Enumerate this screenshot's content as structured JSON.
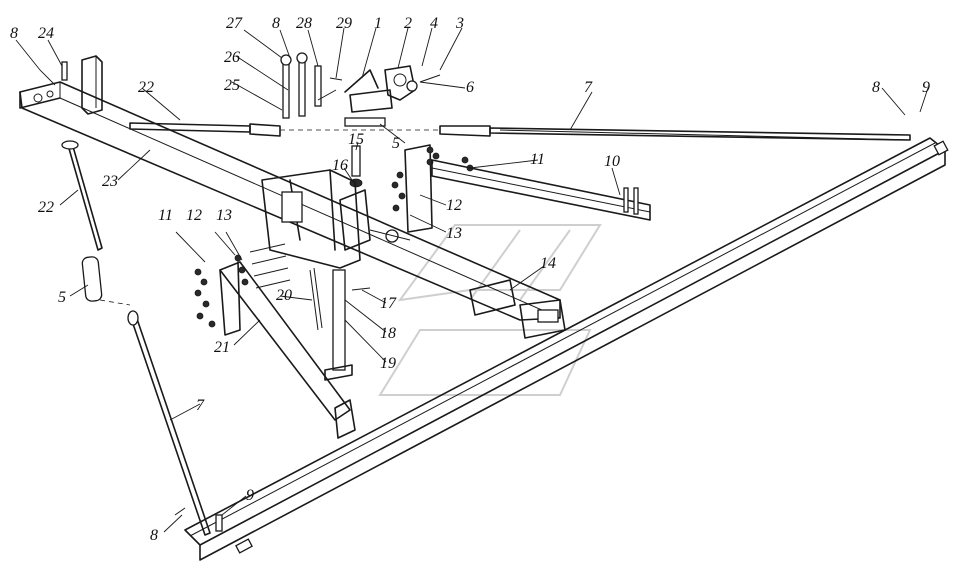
{
  "diagram": {
    "callouts": [
      "8",
      "24",
      "27",
      "8",
      "28",
      "29",
      "1",
      "2",
      "4",
      "3",
      "26",
      "25",
      "22",
      "6",
      "7",
      "8",
      "9",
      "15",
      "5",
      "16",
      "11",
      "10",
      "23",
      "22",
      "11",
      "12",
      "13",
      "12",
      "13",
      "14",
      "20",
      "17",
      "5",
      "18",
      "21",
      "19",
      "7",
      "9",
      "8"
    ]
  }
}
